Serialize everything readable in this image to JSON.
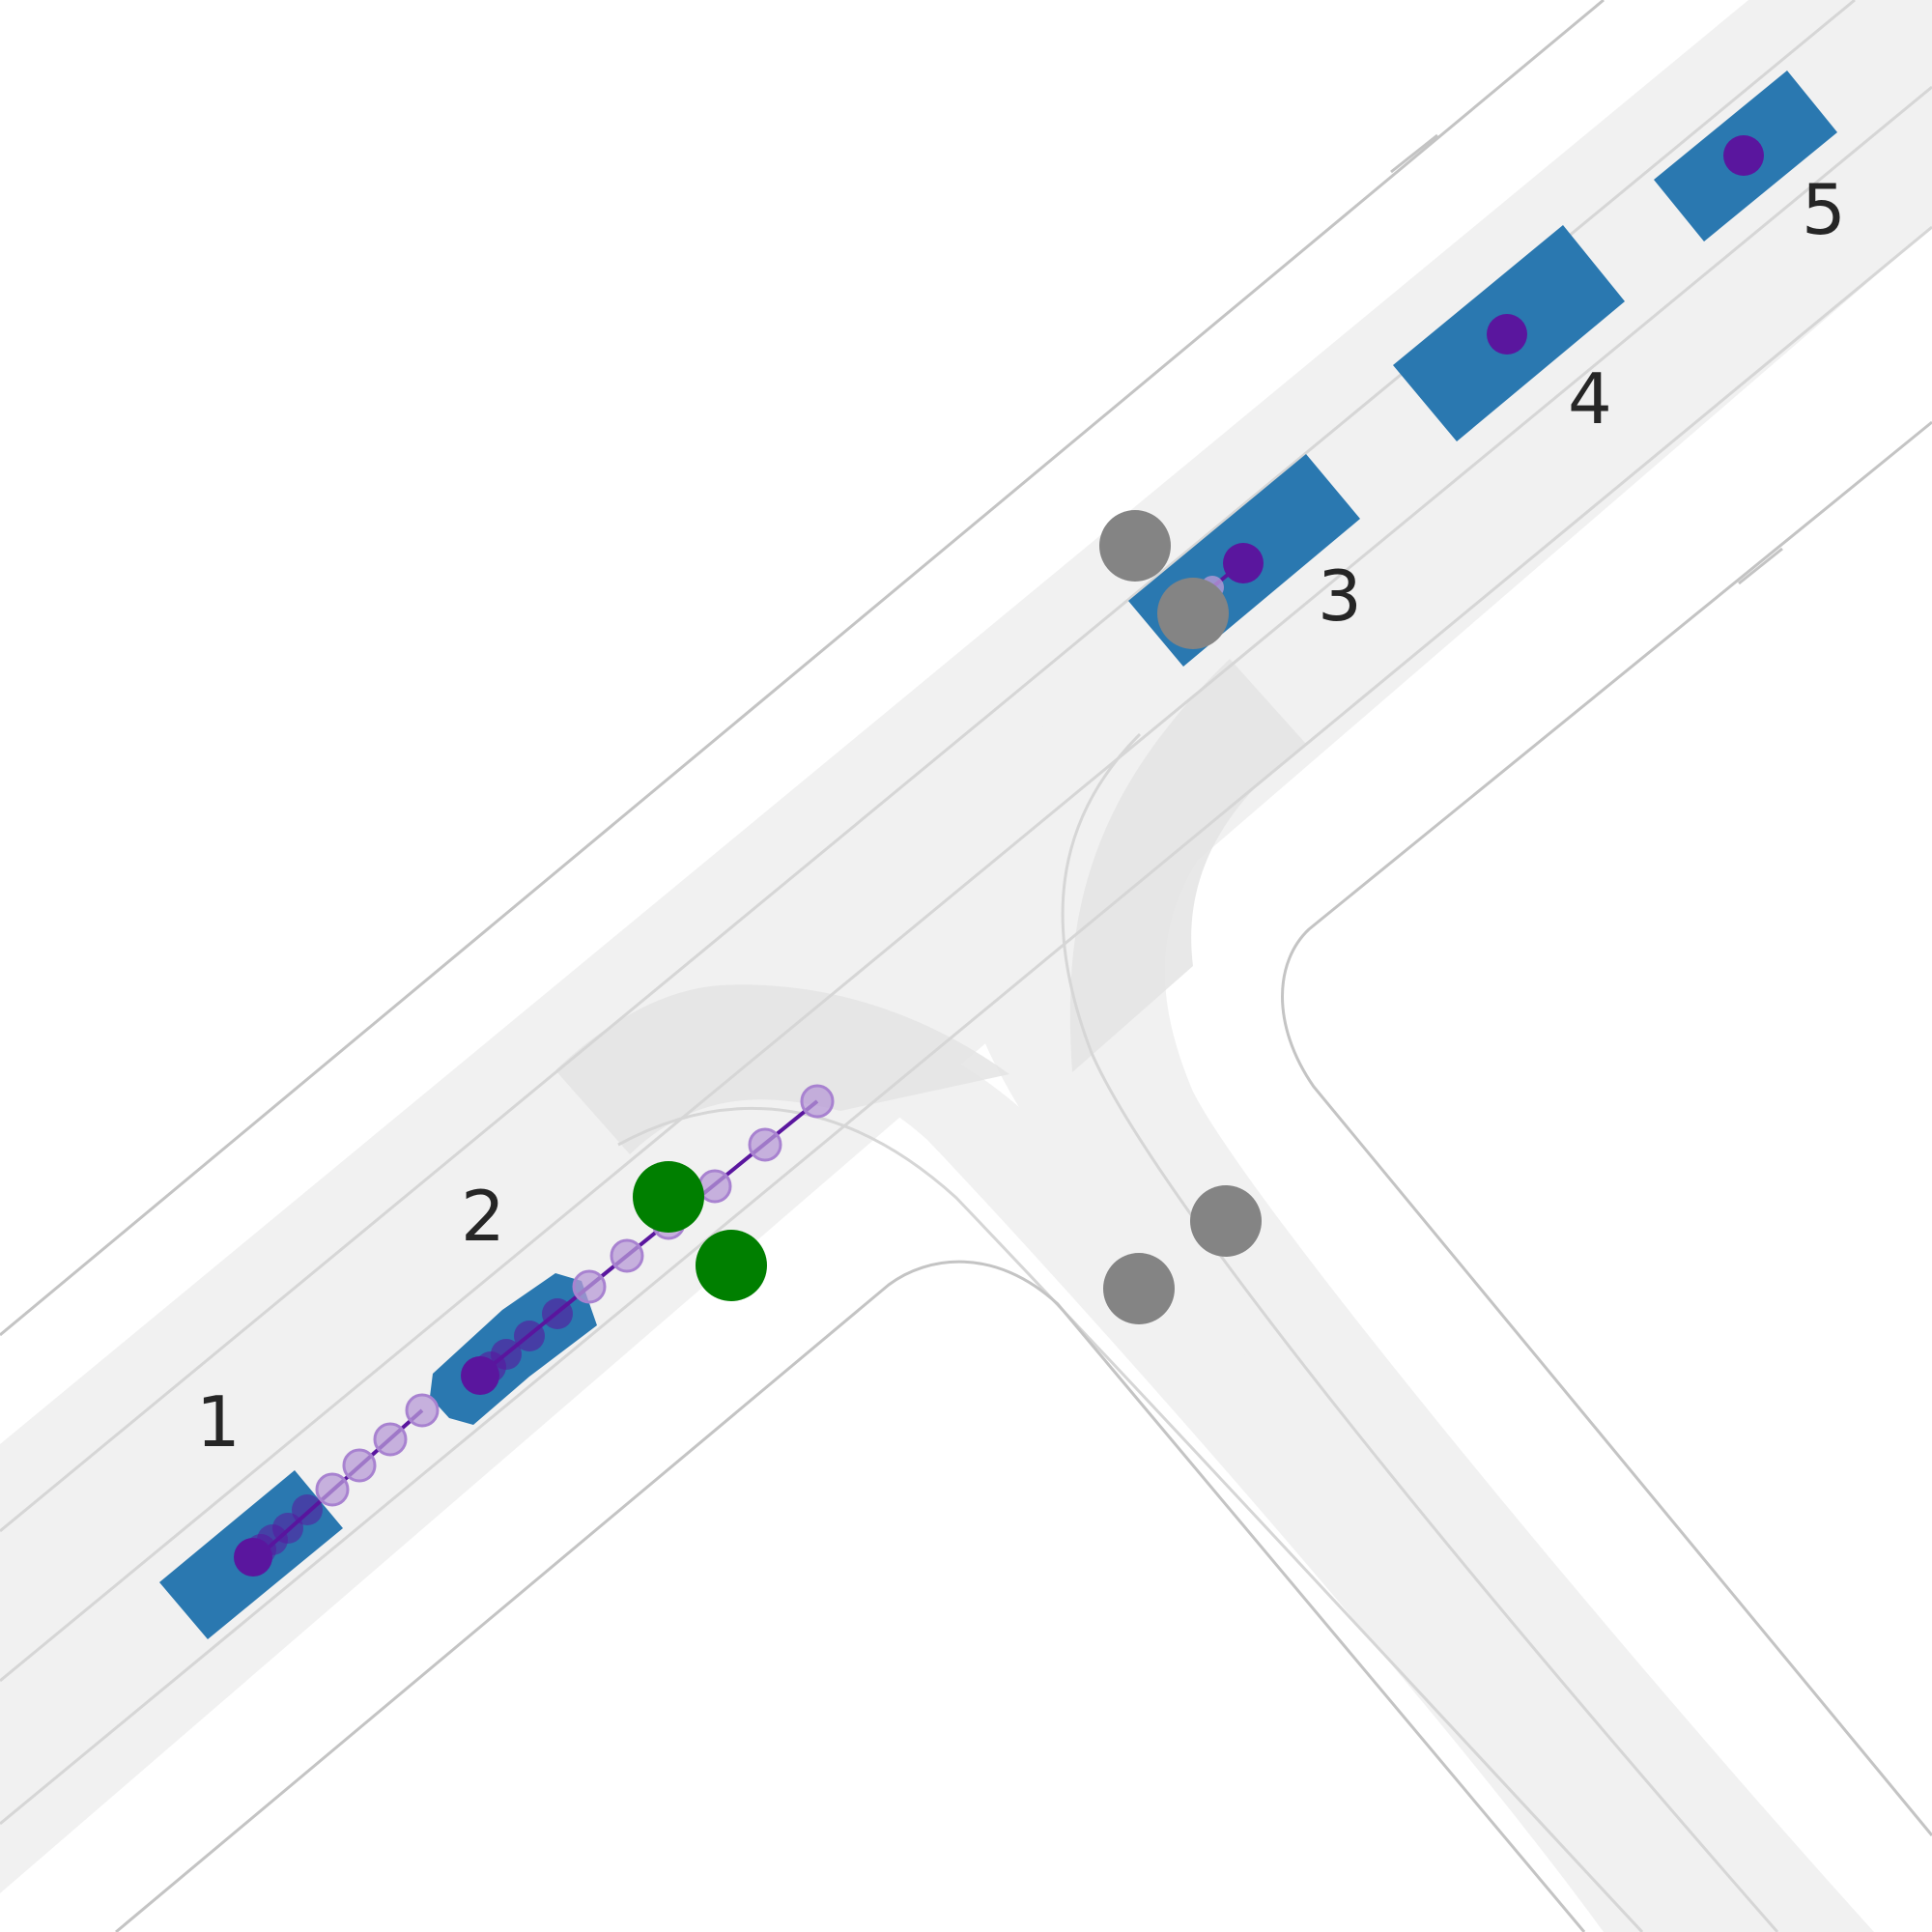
{
  "scene": {
    "vehicles": [
      {
        "id": 1,
        "label": "1",
        "color": "#2a78b0"
      },
      {
        "id": 2,
        "label": "2",
        "color": "#2a78b0"
      },
      {
        "id": 3,
        "label": "3",
        "color": "#2a78b0"
      },
      {
        "id": 4,
        "label": "4",
        "color": "#2a78b0"
      },
      {
        "id": 5,
        "label": "5",
        "color": "#2a78b0"
      }
    ],
    "colors": {
      "vehicle": "#2a78b0",
      "trajectory": "#5a169e",
      "trajectory_faded": "#b79ad6",
      "pedestrian": "#848484",
      "traffic_light_green": "#007f00",
      "lane_surface": "#f1f1f1",
      "crosswalk": "#e4e4e4",
      "road_edge": "#c4c4c4",
      "lane_divider": "#d6d6d6"
    },
    "pedestrian_count": 4,
    "traffic_light_count": 2,
    "traffic_light_states": [
      "green",
      "green"
    ]
  }
}
